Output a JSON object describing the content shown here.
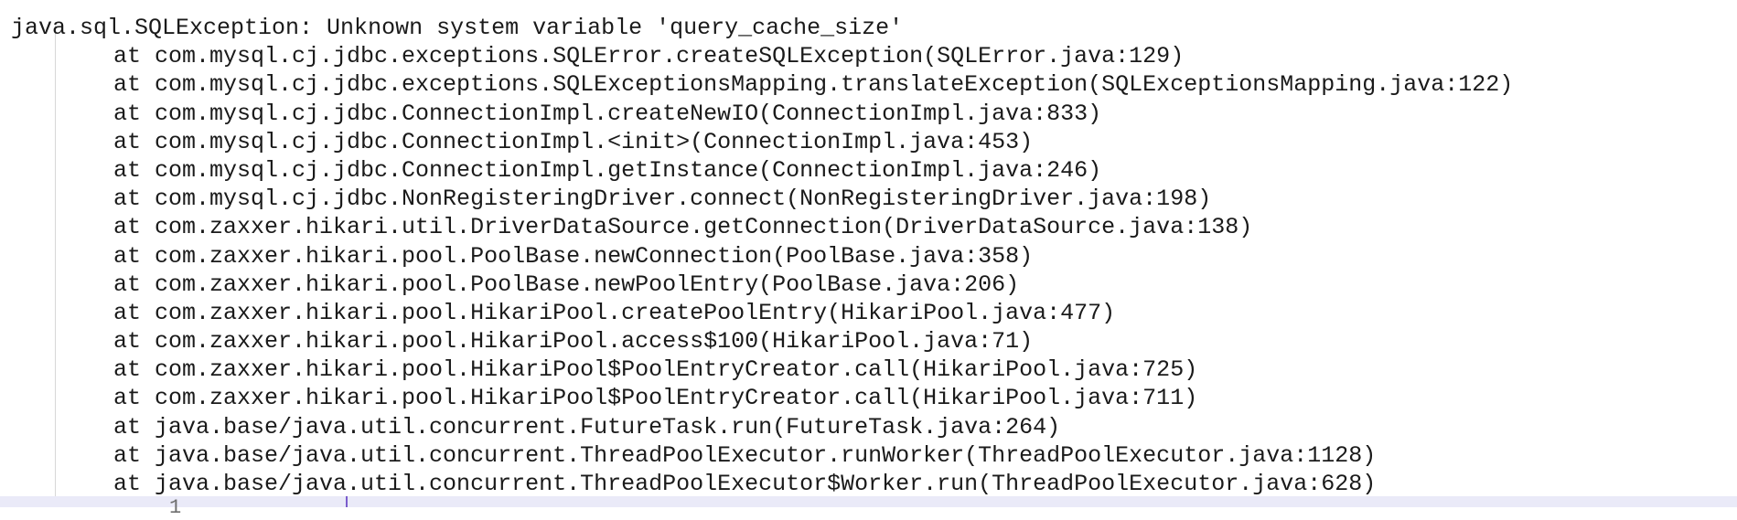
{
  "exception": {
    "header": "java.sql.SQLException: Unknown system variable 'query_cache_size'",
    "frames": [
      "at com.mysql.cj.jdbc.exceptions.SQLError.createSQLException(SQLError.java:129)",
      "at com.mysql.cj.jdbc.exceptions.SQLExceptionsMapping.translateException(SQLExceptionsMapping.java:122)",
      "at com.mysql.cj.jdbc.ConnectionImpl.createNewIO(ConnectionImpl.java:833)",
      "at com.mysql.cj.jdbc.ConnectionImpl.<init>(ConnectionImpl.java:453)",
      "at com.mysql.cj.jdbc.ConnectionImpl.getInstance(ConnectionImpl.java:246)",
      "at com.mysql.cj.jdbc.NonRegisteringDriver.connect(NonRegisteringDriver.java:198)",
      "at com.zaxxer.hikari.util.DriverDataSource.getConnection(DriverDataSource.java:138)",
      "at com.zaxxer.hikari.pool.PoolBase.newConnection(PoolBase.java:358)",
      "at com.zaxxer.hikari.pool.PoolBase.newPoolEntry(PoolBase.java:206)",
      "at com.zaxxer.hikari.pool.HikariPool.createPoolEntry(HikariPool.java:477)",
      "at com.zaxxer.hikari.pool.HikariPool.access$100(HikariPool.java:71)",
      "at com.zaxxer.hikari.pool.HikariPool$PoolEntryCreator.call(HikariPool.java:725)",
      "at com.zaxxer.hikari.pool.HikariPool$PoolEntryCreator.call(HikariPool.java:711)",
      "at java.base/java.util.concurrent.FutureTask.run(FutureTask.java:264)",
      "at java.base/java.util.concurrent.ThreadPoolExecutor.runWorker(ThreadPoolExecutor.java:1128)",
      "at java.base/java.util.concurrent.ThreadPoolExecutor$Worker.run(ThreadPoolExecutor.java:628)"
    ]
  },
  "editor": {
    "current_line_number": "1"
  },
  "colors": {
    "text": "#1a1a1a",
    "background": "#ffffff",
    "current_line_highlight": "#eaeaf8",
    "caret": "#7a5ccc"
  }
}
